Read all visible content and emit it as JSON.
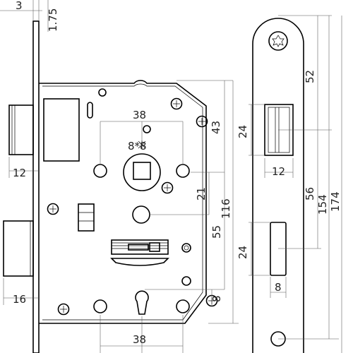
{
  "dimensions": {
    "top_offset": "3",
    "top_height": "1.75",
    "hole_spacing_top": "38",
    "spindle_size": "8*8",
    "spindle_to_top": "43",
    "spindle_to_hole": "21",
    "body_height": "116",
    "spindle_to_key": "55",
    "key_offset": "8",
    "hole_spacing_bottom": "38",
    "latch_projection": "12",
    "bolt_projection": "16",
    "plate_top_to_spindle": "52",
    "latch_height": "24",
    "latch_width": "12",
    "spindle_to_bolt": "56",
    "bolt_height": "24",
    "bolt_width": "8",
    "screw_distance": "154",
    "plate_height": "174"
  }
}
